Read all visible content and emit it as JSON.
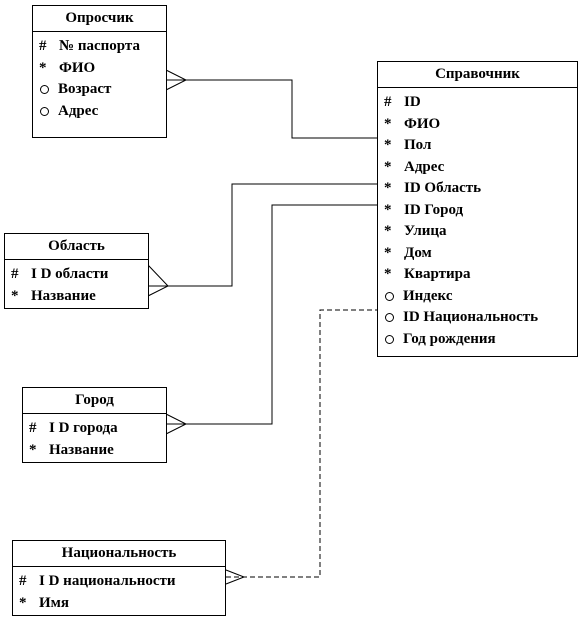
{
  "entities": {
    "oprosnik": {
      "title": "Опросчик",
      "attrs": [
        {
          "marker": "#",
          "name": "№ паспорта"
        },
        {
          "marker": "*",
          "name": "ФИО"
        },
        {
          "marker": "o",
          "name": "Возраст"
        },
        {
          "marker": "o",
          "name": "Адрес"
        }
      ]
    },
    "spravochnik": {
      "title": "Справочник",
      "attrs": [
        {
          "marker": "#",
          "name": "ID"
        },
        {
          "marker": "*",
          "name": "ФИО"
        },
        {
          "marker": "*",
          "name": "Пол"
        },
        {
          "marker": "*",
          "name": "Адрес"
        },
        {
          "marker": "*",
          "name": "ID Область"
        },
        {
          "marker": "*",
          "name": "ID Город"
        },
        {
          "marker": "*",
          "name": "Улица"
        },
        {
          "marker": "*",
          "name": "Дом"
        },
        {
          "marker": "*",
          "name": "Квартира"
        },
        {
          "marker": "o",
          "name": "Индекс"
        },
        {
          "marker": "o",
          "name": "ID Национальность"
        },
        {
          "marker": "o",
          "name": "Год рождения"
        }
      ]
    },
    "oblast": {
      "title": "Область",
      "attrs": [
        {
          "marker": "#",
          "name": "I D области"
        },
        {
          "marker": "*",
          "name": "Название"
        }
      ]
    },
    "gorod": {
      "title": "Город",
      "attrs": [
        {
          "marker": "#",
          "name": "I D города"
        },
        {
          "marker": "*",
          "name": "Название"
        }
      ]
    },
    "nacionalnost": {
      "title": "Национальность",
      "attrs": [
        {
          "marker": "#",
          "name": "I D национальности"
        },
        {
          "marker": "*",
          "name": "Имя"
        }
      ]
    }
  }
}
